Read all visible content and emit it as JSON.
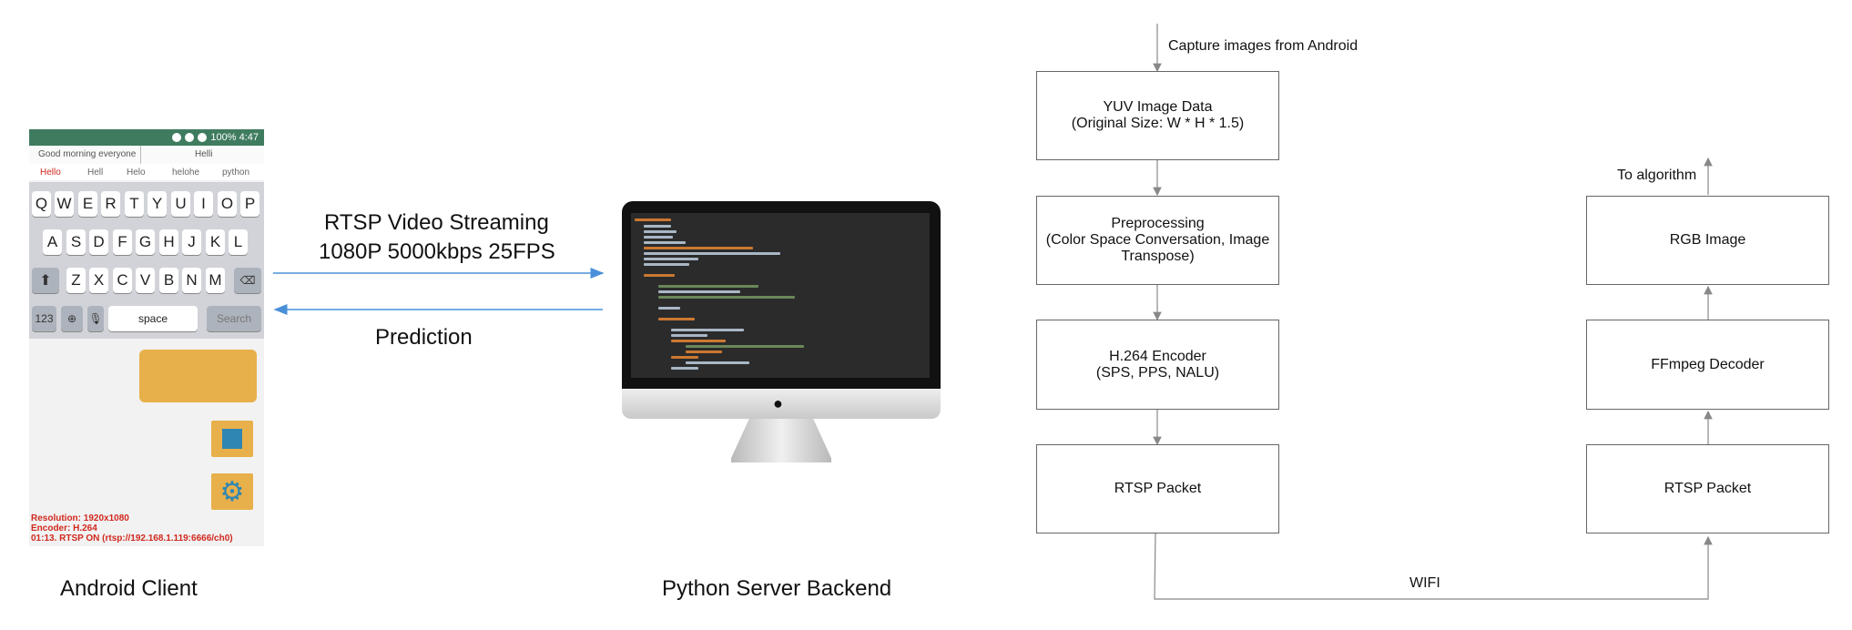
{
  "phone": {
    "status": "100%   4:47",
    "suggestions_top": [
      "Good morning everyone",
      "Helli"
    ],
    "suggestions": [
      "Hello",
      "Hell",
      "Helo",
      "helohe",
      "python"
    ],
    "row1": [
      "Q",
      "W",
      "E",
      "R",
      "T",
      "Y",
      "U",
      "I",
      "O",
      "P"
    ],
    "row2": [
      "A",
      "S",
      "D",
      "F",
      "G",
      "H",
      "J",
      "K",
      "L"
    ],
    "row3": [
      "Z",
      "X",
      "C",
      "V",
      "B",
      "N",
      "M"
    ],
    "num_key": "123",
    "space_key": "space",
    "search_key": "Search",
    "info_lines": [
      "Resolution: 1920x1080",
      "Encoder: H.264",
      "01:13. RTSP ON (rtsp://192.168.1.119:6666/ch0)"
    ]
  },
  "labels": {
    "android_client": "Android Client",
    "python_backend": "Python Server Backend",
    "stream_line1": "RTSP Video Streaming",
    "stream_line2": "1080P 5000kbps 25FPS",
    "prediction": "Prediction"
  },
  "flow": {
    "capture": "Capture images from Android",
    "yuv_line1": "YUV Image Data",
    "yuv_line2": "(Original Size: W * H * 1.5)",
    "pre_line1": "Preprocessing",
    "pre_line2": "(Color Space Conversation, Image",
    "pre_line3": "Transpose)",
    "enc_line1": "H.264 Encoder",
    "enc_line2": "(SPS, PPS, NALU)",
    "rtsp_left": "RTSP Packet",
    "rtsp_right": "RTSP Packet",
    "ffmpeg": "FFmpeg Decoder",
    "rgb": "RGB Image",
    "to_algorithm": "To algorithm",
    "wifi": "WIFI"
  },
  "colors": {
    "arrow_blue": "#4a90d9",
    "flow_line": "#888888",
    "status_green": "#3f7c5f",
    "button_orange": "#e8b04a"
  }
}
